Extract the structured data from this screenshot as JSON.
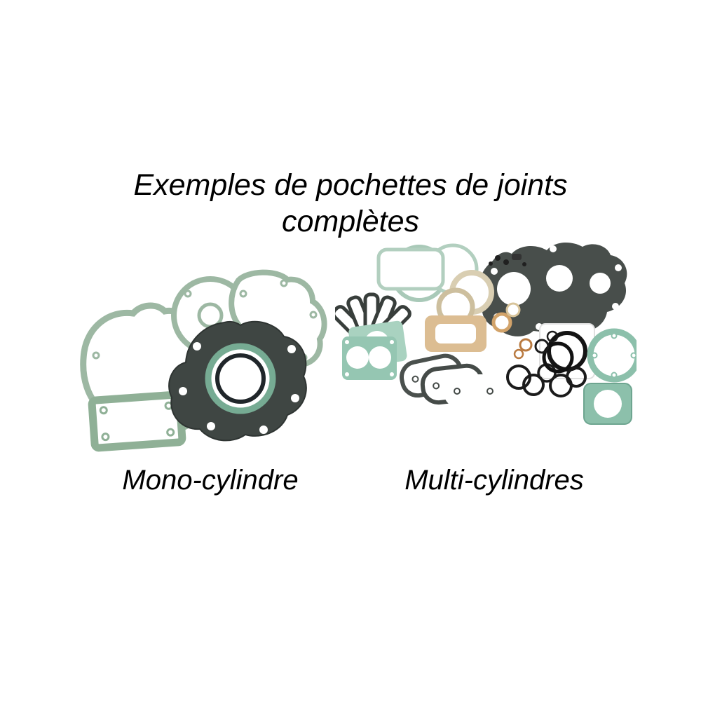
{
  "title": {
    "line1": "Exemples de pochettes de joints",
    "line2": "complètes"
  },
  "figures": [
    {
      "id": "mono",
      "label": "Mono-cylindre",
      "description": "complete gasket kit photo, single cylinder"
    },
    {
      "id": "multi",
      "label": "Multi-cylindres",
      "description": "complete gasket kit photo, multi cylinder"
    }
  ],
  "colors": {
    "background": "#ffffff",
    "text": "#000000",
    "gasket_sage": "#9db8a3",
    "gasket_teal": "#8cc0ab",
    "gasket_dark": "#3f4643",
    "gasket_tan": "#dcbd92",
    "o_ring_black": "#1b1b1b"
  }
}
